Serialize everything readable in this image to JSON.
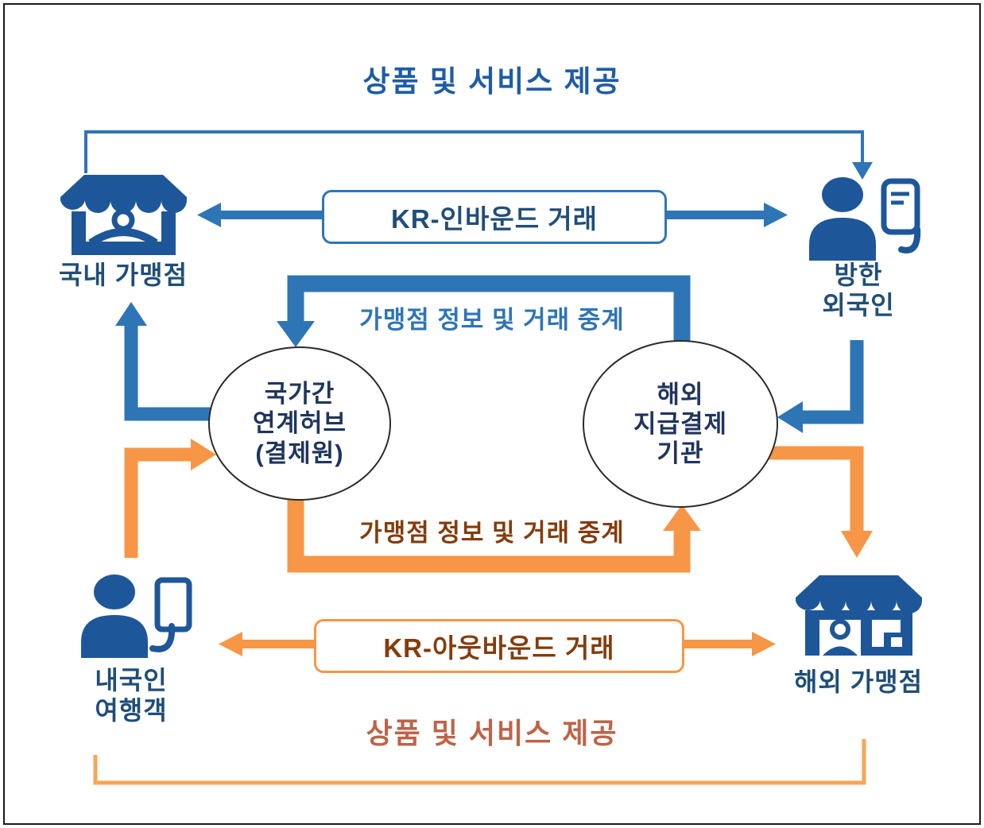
{
  "titles": {
    "top": "상품 및 서비스 제공",
    "bottom": "상품 및 서비스 제공"
  },
  "nodes": {
    "domestic_merchant": {
      "label": "국내 가맹점"
    },
    "foreign_visitor": {
      "line1": "방한",
      "line2": "외국인"
    },
    "korean_traveler": {
      "line1": "내국인",
      "line2": "여행객"
    },
    "overseas_merchant": {
      "label": "해외 가맹점"
    }
  },
  "hubs": {
    "interlink_hub": {
      "line1": "국가간",
      "line2": "연계허브",
      "line3": "(결제원)"
    },
    "overseas_psp": {
      "line1": "해외",
      "line2": "지급결제",
      "line3": "기관"
    }
  },
  "flows": {
    "inbound": {
      "label": "KR-인바운드 거래"
    },
    "outbound": {
      "label": "KR-아웃바운드 거래"
    },
    "relay_inbound": {
      "label": "가맹점 정보 및 거래 중계"
    },
    "relay_outbound": {
      "label": "가맹점 정보 및 거래 중계"
    }
  },
  "colors": {
    "blue_arrow": "#2e75b6",
    "navy_text": "#1f4e79",
    "top_title_blue": "#1e5ca8",
    "orange_arrow": "#f79646",
    "brown_text": "#843c0c",
    "bottom_title_sienna": "#bf6347",
    "icon_blue": "#1e5799"
  }
}
